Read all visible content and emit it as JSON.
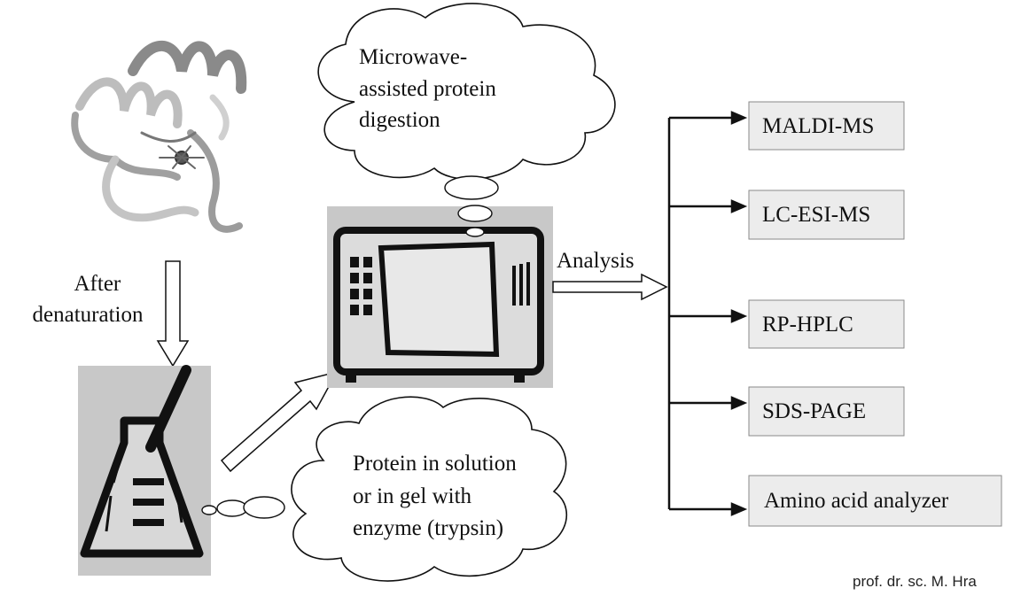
{
  "cloud_top": {
    "lines": [
      "Microwave-",
      "assisted protein",
      "digestion"
    ]
  },
  "cloud_bottom": {
    "lines": [
      "Protein in solution",
      "or in gel with",
      "enzyme (trypsin)"
    ]
  },
  "label_denaturation": {
    "lines": [
      "After",
      "denaturation"
    ]
  },
  "label_analysis": "Analysis",
  "outputs": [
    "MALDI-MS",
    "LC-ESI-MS",
    "RP-HPLC",
    "SDS-PAGE",
    "Amino acid analyzer"
  ],
  "credit": "prof. dr. sc. M. Hra",
  "colors": {
    "box_fill": "#ececec",
    "photo_bg": "#c8c8c8",
    "stroke": "#111111"
  }
}
